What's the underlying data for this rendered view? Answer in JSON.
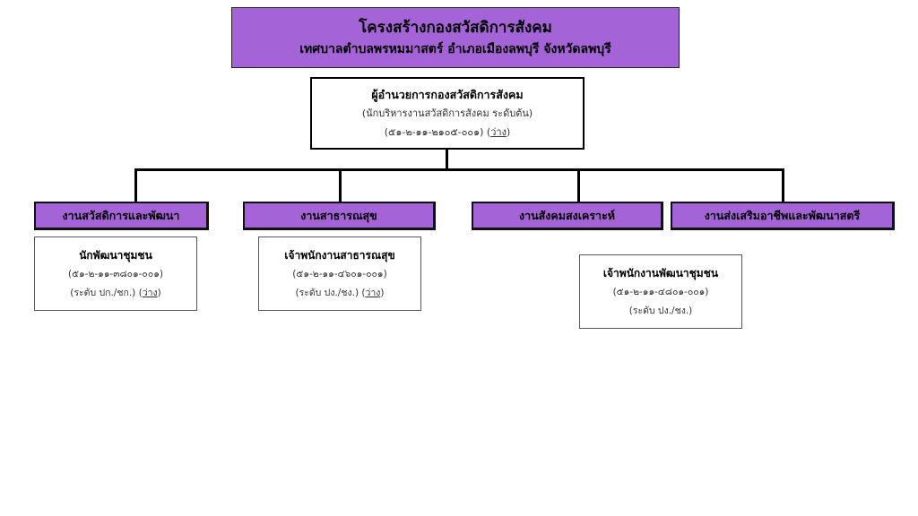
{
  "header": {
    "title": "โครงสร้างกองสวัสดิการสังคม",
    "subtitle": "เทศบาลตำบลพรหมมาสตร์ อำเภอเมืองลพบุรี จังหวัดลพบุรี"
  },
  "director": {
    "name": "ผู้อำนวยการกองสวัสดิการสังคม",
    "level": "(นักบริหารงานสวัสดิการสังคม  ระดับต้น)",
    "code": "(๕๑-๒-๑๑-๒๑๐๕-๐๐๑)",
    "vacant": "ว่าง"
  },
  "departments": [
    {
      "label": "งานสวัสดิการและพัฒนา"
    },
    {
      "label": "งานสาธารณสุข"
    },
    {
      "label": "งานสังคมสงเคราะห์"
    },
    {
      "label": "งานส่งเสริมอาชีพและพัฒนาสตรี"
    }
  ],
  "positions": [
    {
      "name": "นักพัฒนาชุมชน",
      "code": "(๕๑-๒-๑๑-๓๘๐๑-๐๐๑)",
      "level": "(ระดับ ปก./ชก.)",
      "vacant": "ว่าง"
    },
    {
      "name": "เจ้าพนักงานสาธารณสุข",
      "code": "(๕๑-๒-๑๑-๔๖๐๑-๐๐๑)",
      "level": "(ระดับ ปง./ชง.)",
      "vacant": "ว่าง"
    },
    {
      "name": "เจ้าพนักงานพัฒนาชุมชน",
      "code": "(๕๑-๒-๑๑-๔๘๐๑-๐๐๑)",
      "level": "(ระดับ ปง./ชง.)"
    }
  ],
  "colors": {
    "accent": "#a463d6",
    "border": "#000000"
  }
}
